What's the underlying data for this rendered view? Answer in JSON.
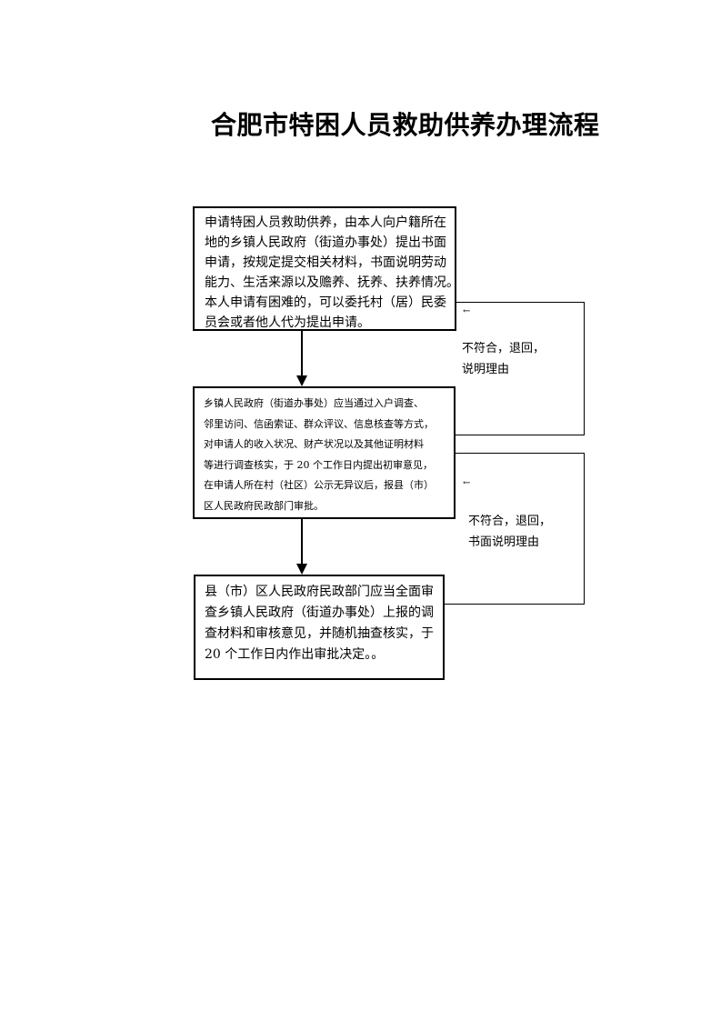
{
  "title": "合肥市特困人员救助供养办理流程",
  "steps": [
    {
      "lines": [
        "申请特困人员救助供养，由本人向户籍所在",
        "地的乡镇人民政府（街道办事处）提出书面",
        "申请，按规定提交相关材料，书面说明劳动",
        "能力、生活来源以及赡养、抚养、扶养情况。",
        "本人申请有困难的，可以委托村（居）民委",
        "员会或者他人代为提出申请。"
      ]
    },
    {
      "lines": [
        "乡镇人民政府（街道办事处）应当通过入户调查、",
        "邻里访问、信函索证、群众评议、信息核查等方式，",
        "对申请人的收入状况、财产状况以及其他证明材料",
        "等进行调查核实，于 20 个工作日内提出初审意见，",
        "在申请人所在村（社区）公示无异议后，报县（市）",
        "区人民政府民政部门审批。"
      ]
    },
    {
      "lines": [
        "县（市）区人民政府民政部门应当全面审",
        "查乡镇人民政府（街道办事处）上报的调",
        "查材料和审核意见，并随机抽查核实，于",
        "20 个工作日内作出审批决定。。"
      ]
    }
  ],
  "returns": [
    {
      "arrow": "←",
      "lines": [
        "不符合，退回，",
        "说明理由"
      ]
    },
    {
      "arrow": "←",
      "lines": [
        "不符合，退回，",
        "书面说明理由"
      ]
    }
  ]
}
